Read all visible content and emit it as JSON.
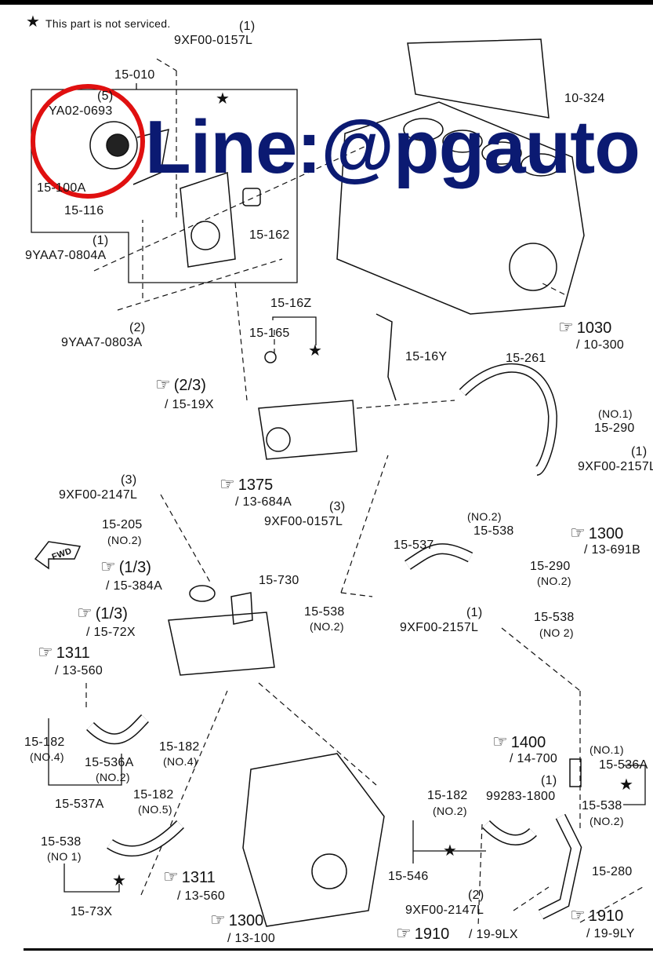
{
  "legend": {
    "symbol": "★",
    "text": "This part is not serviced."
  },
  "labels": [
    "(1)",
    "9XF00-0157L",
    "15-010",
    "(5)",
    "YA02-0693",
    "15-100A",
    "15-116",
    "15-162",
    "(1)",
    "9YAA7-0804A",
    "(2)",
    "9YAA7-0803A",
    "15-16Z",
    "15-165",
    "15-16Y",
    "10-324",
    "15-261",
    "(NO.1)",
    "15-290",
    "(1)",
    "9XF00-2157L",
    "(3)",
    "9XF00-2147L",
    "(3)",
    "9XF00-0157L",
    "15-205",
    "(NO.2)",
    "(NO.2)",
    "15-538",
    "15-537",
    "15-290",
    "(NO.2)",
    "15-730",
    "15-538",
    "(NO.2)",
    "(1)",
    "9XF00-2157L",
    "15-538",
    "(NO 2)",
    "15-182",
    "(NO.4)",
    "15-182",
    "(NO.4)",
    "15-536A",
    "(NO.2)",
    "15-537A",
    "15-182",
    "(NO.5)",
    "15-538",
    "(NO 1)",
    "15-73X",
    "(NO.1)",
    "15-536A",
    "(1)",
    "99283-1800",
    "15-538",
    "(NO.2)",
    "15-182",
    "(NO.2)",
    "15-546",
    "15-280",
    "(2)",
    "9XF00-2147L"
  ],
  "refs": [
    {
      "num": "1030",
      "sub": "/ 10-300"
    },
    {
      "num": "(2/3)",
      "sub": "/ 15-19X"
    },
    {
      "num": "1375",
      "sub": "/ 13-684A"
    },
    {
      "num": "1300",
      "sub": "/ 13-691B"
    },
    {
      "num": "(1/3)",
      "sub": "/ 15-384A"
    },
    {
      "num": "(1/3)",
      "sub": "/ 15-72X"
    },
    {
      "num": "1311",
      "sub": "/ 13-560"
    },
    {
      "num": "1311",
      "sub": "/ 13-560"
    },
    {
      "num": "1300",
      "sub": "/ 13-100"
    },
    {
      "num": "1400",
      "sub": "/ 14-700"
    },
    {
      "num": "1910",
      "sub": "/ 19-9LY"
    },
    {
      "num": "1910",
      "sub": "/ 19-9LX"
    }
  ],
  "hand_icon": "☞",
  "fwd_label": "FWD",
  "watermark": "Line:@pgauto",
  "colors": {
    "highlight": "#e01010",
    "watermark": "#0b1a72"
  }
}
